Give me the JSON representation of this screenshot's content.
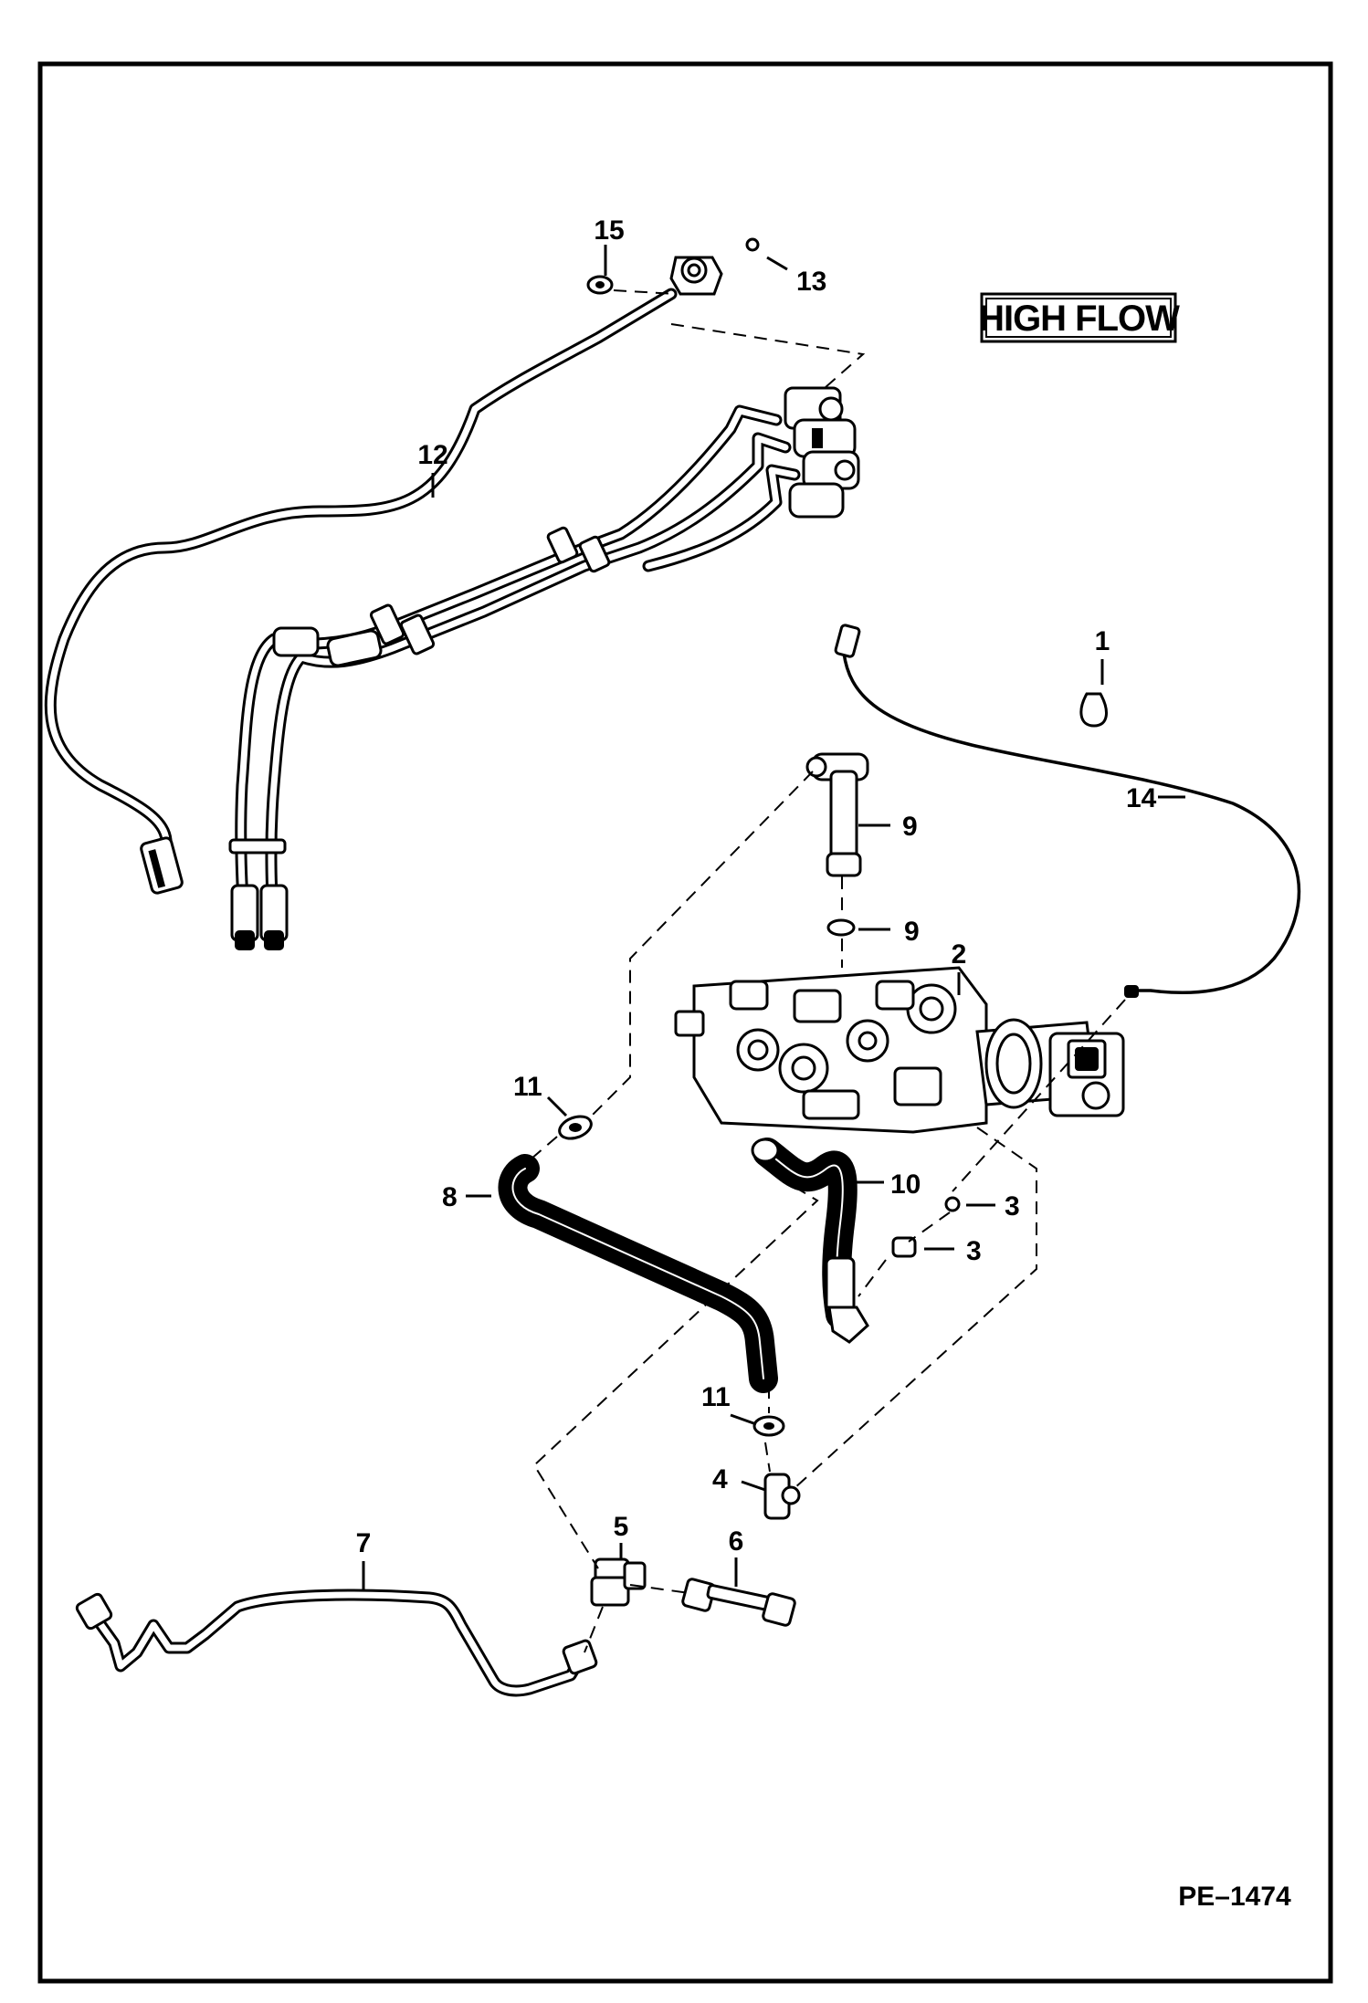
{
  "diagram": {
    "badge_text": "HIGH FLOW",
    "figure_ref": "PE–1474",
    "callouts": [
      {
        "id": "c1",
        "label": "1"
      },
      {
        "id": "c2",
        "label": "2"
      },
      {
        "id": "c3a",
        "label": "3"
      },
      {
        "id": "c3b",
        "label": "3"
      },
      {
        "id": "c4",
        "label": "4"
      },
      {
        "id": "c5",
        "label": "5"
      },
      {
        "id": "c6",
        "label": "6"
      },
      {
        "id": "c7",
        "label": "7"
      },
      {
        "id": "c8",
        "label": "8"
      },
      {
        "id": "c9a",
        "label": "9"
      },
      {
        "id": "c9b",
        "label": "9"
      },
      {
        "id": "c10",
        "label": "10"
      },
      {
        "id": "c11a",
        "label": "11"
      },
      {
        "id": "c11b",
        "label": "11"
      },
      {
        "id": "c12",
        "label": "12"
      },
      {
        "id": "c13",
        "label": "13"
      },
      {
        "id": "c14",
        "label": "14"
      },
      {
        "id": "c15",
        "label": "15"
      }
    ]
  }
}
